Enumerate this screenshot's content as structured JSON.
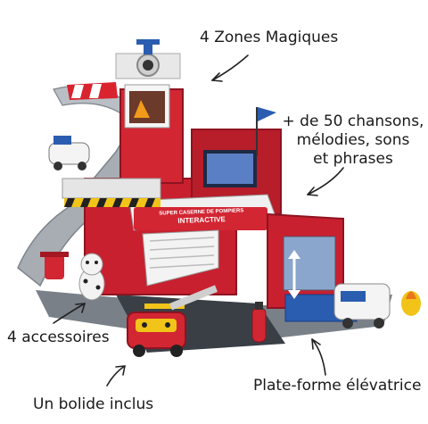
{
  "callouts": {
    "zones": "4 Zones Magiques",
    "songs": [
      "+ de 50 chansons,",
      "mélodies, sons",
      "et phrases"
    ],
    "accessories": "4 accessoires",
    "car": "Un bolide inclus",
    "platform": "Plate-forme élévatrice"
  },
  "toy_sign": {
    "line1": "SUPER CASERNE DE POMPIERS",
    "line2": "INTERACTIVE"
  },
  "colors": {
    "red": "#c8202f",
    "dark_red": "#8e1420",
    "grey": "#9aa1a8",
    "blue": "#2a5db0",
    "yellow": "#f2c318"
  }
}
